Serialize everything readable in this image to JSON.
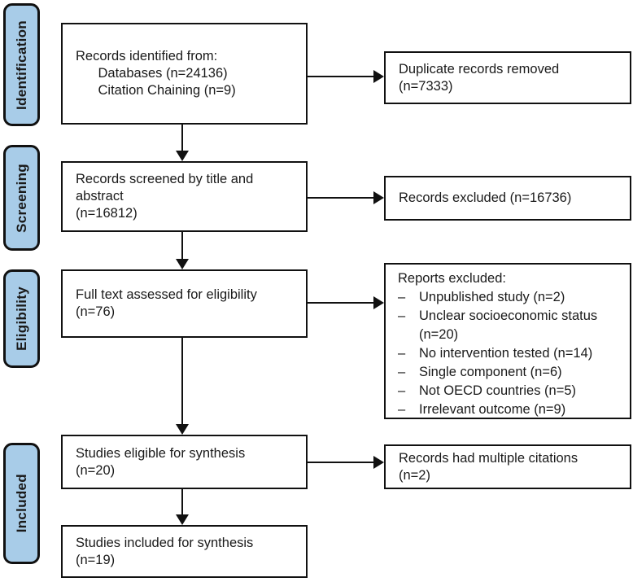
{
  "diagram": {
    "colors": {
      "stage_fill": "#a8cce8",
      "border": "#111111",
      "background": "#ffffff",
      "text": "#1a1a1a"
    },
    "stage_labels": [
      {
        "label": "Identification"
      },
      {
        "label": "Screening"
      },
      {
        "label": "Eligibility"
      },
      {
        "label": "Included"
      }
    ],
    "main_boxes": [
      {
        "lines": [
          "Records identified from:",
          "      Databases (n=24136)",
          "      Citation Chaining (n=9)"
        ]
      },
      {
        "lines": [
          "Records screened by title and",
          "abstract",
          "(n=16812)"
        ]
      },
      {
        "lines": [
          "Full text assessed for eligibility",
          "(n=76)"
        ]
      },
      {
        "lines": [
          "Studies eligible for synthesis",
          "(n=20)"
        ]
      },
      {
        "lines": [
          "Studies included for synthesis",
          "(n=19)"
        ]
      }
    ],
    "side_boxes": [
      {
        "lines": [
          "Duplicate records removed",
          "(n=7333)"
        ]
      },
      {
        "lines": [
          "Records excluded (n=16736)"
        ]
      },
      {
        "title": "Reports excluded:",
        "bullet": "–",
        "items": [
          "Unpublished study (n=2)",
          "Unclear socioeconomic status (n=20)",
          "No intervention tested (n=14)",
          "Single component (n=6)",
          "Not OECD countries (n=5)",
          "Irrelevant outcome (n=9)"
        ]
      },
      {
        "lines": [
          "Records had multiple citations",
          "(n=2)"
        ]
      }
    ]
  }
}
